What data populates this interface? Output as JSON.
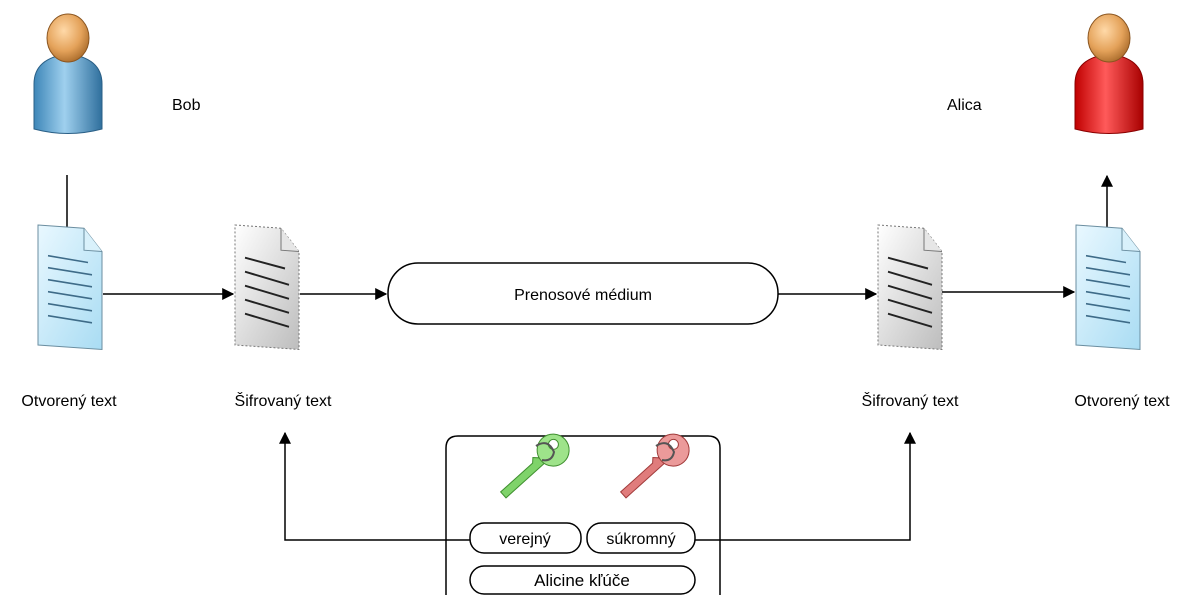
{
  "sender": {
    "name": "Bob",
    "color": "#5aa7d6"
  },
  "receiver": {
    "name": "Alica",
    "color": "#e82020"
  },
  "documents": {
    "plaintext_left": "Otvorený text",
    "ciphertext_left": "Šifrovaný text",
    "ciphertext_right": "Šifrovaný text",
    "plaintext_right": "Otvorený text"
  },
  "medium": {
    "label": "Prenosové médium"
  },
  "keys": {
    "public_label": "verejný",
    "private_label": "súkromný",
    "group_label": "Alicine kľúče",
    "public_color": "#7fd36a",
    "private_color": "#e07c7c"
  }
}
